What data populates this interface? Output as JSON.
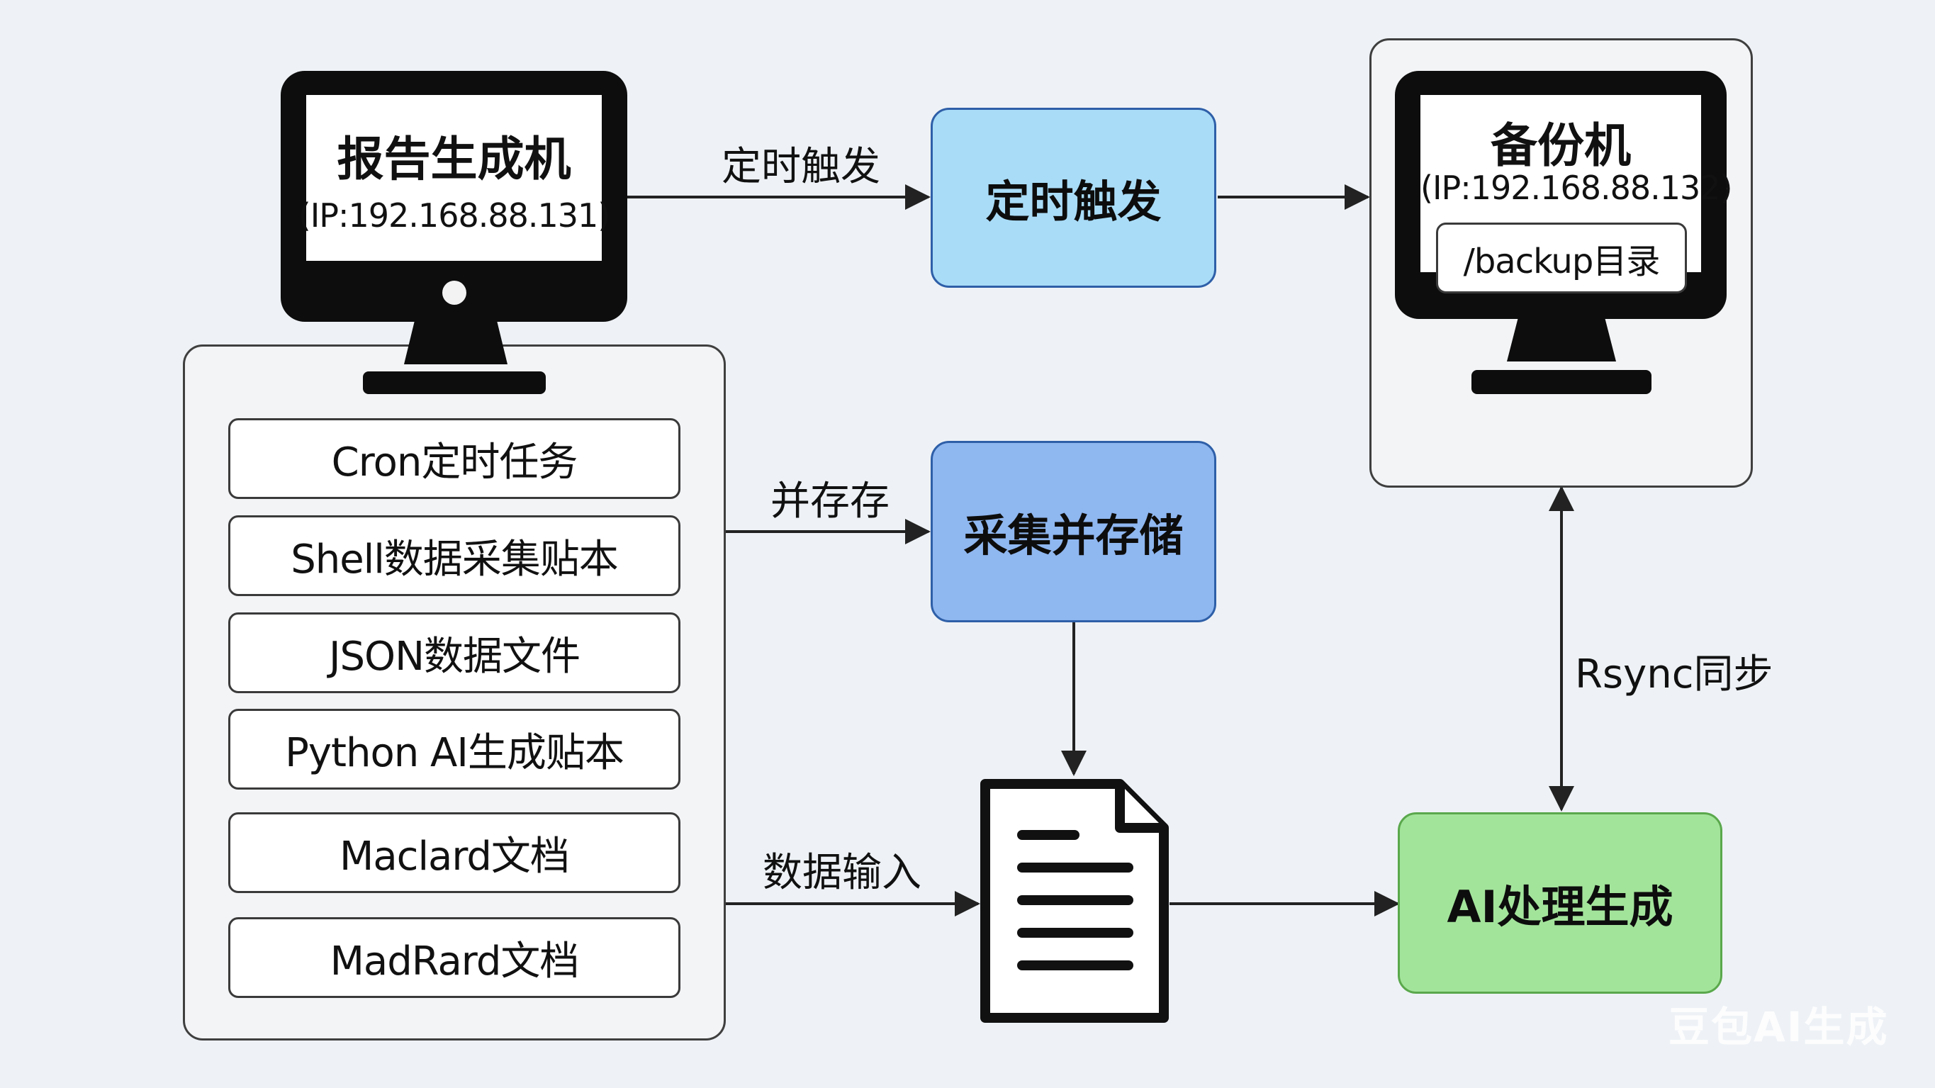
{
  "report_machine": {
    "title": "报告生成机",
    "ip": "(IP:192.168.88.131)",
    "items": [
      "Cron定时任务",
      "Shell数据采集贴本",
      "JSON数据文件",
      "Python AI生成贴本",
      "Maclard文档",
      "MadRard文档"
    ]
  },
  "backup_machine": {
    "title": "备份机",
    "ip": "(IP:192.168.88.132)",
    "directory": "/backup目录"
  },
  "process_nodes": {
    "timer": "定时触发",
    "collect": "采集并存储",
    "ai": "AI处理生成"
  },
  "edge_labels": {
    "timer": "定时触发",
    "store": "并存存",
    "input": "数据输入",
    "rsync": "Rsync同步"
  },
  "watermark": "豆包AI生成",
  "colors": {
    "timer_fill": "#a9dcf7",
    "collect_fill": "#8fb7f0",
    "ai_fill": "#a3e49b",
    "ai_border": "#5aa84c",
    "line": "#222222"
  }
}
